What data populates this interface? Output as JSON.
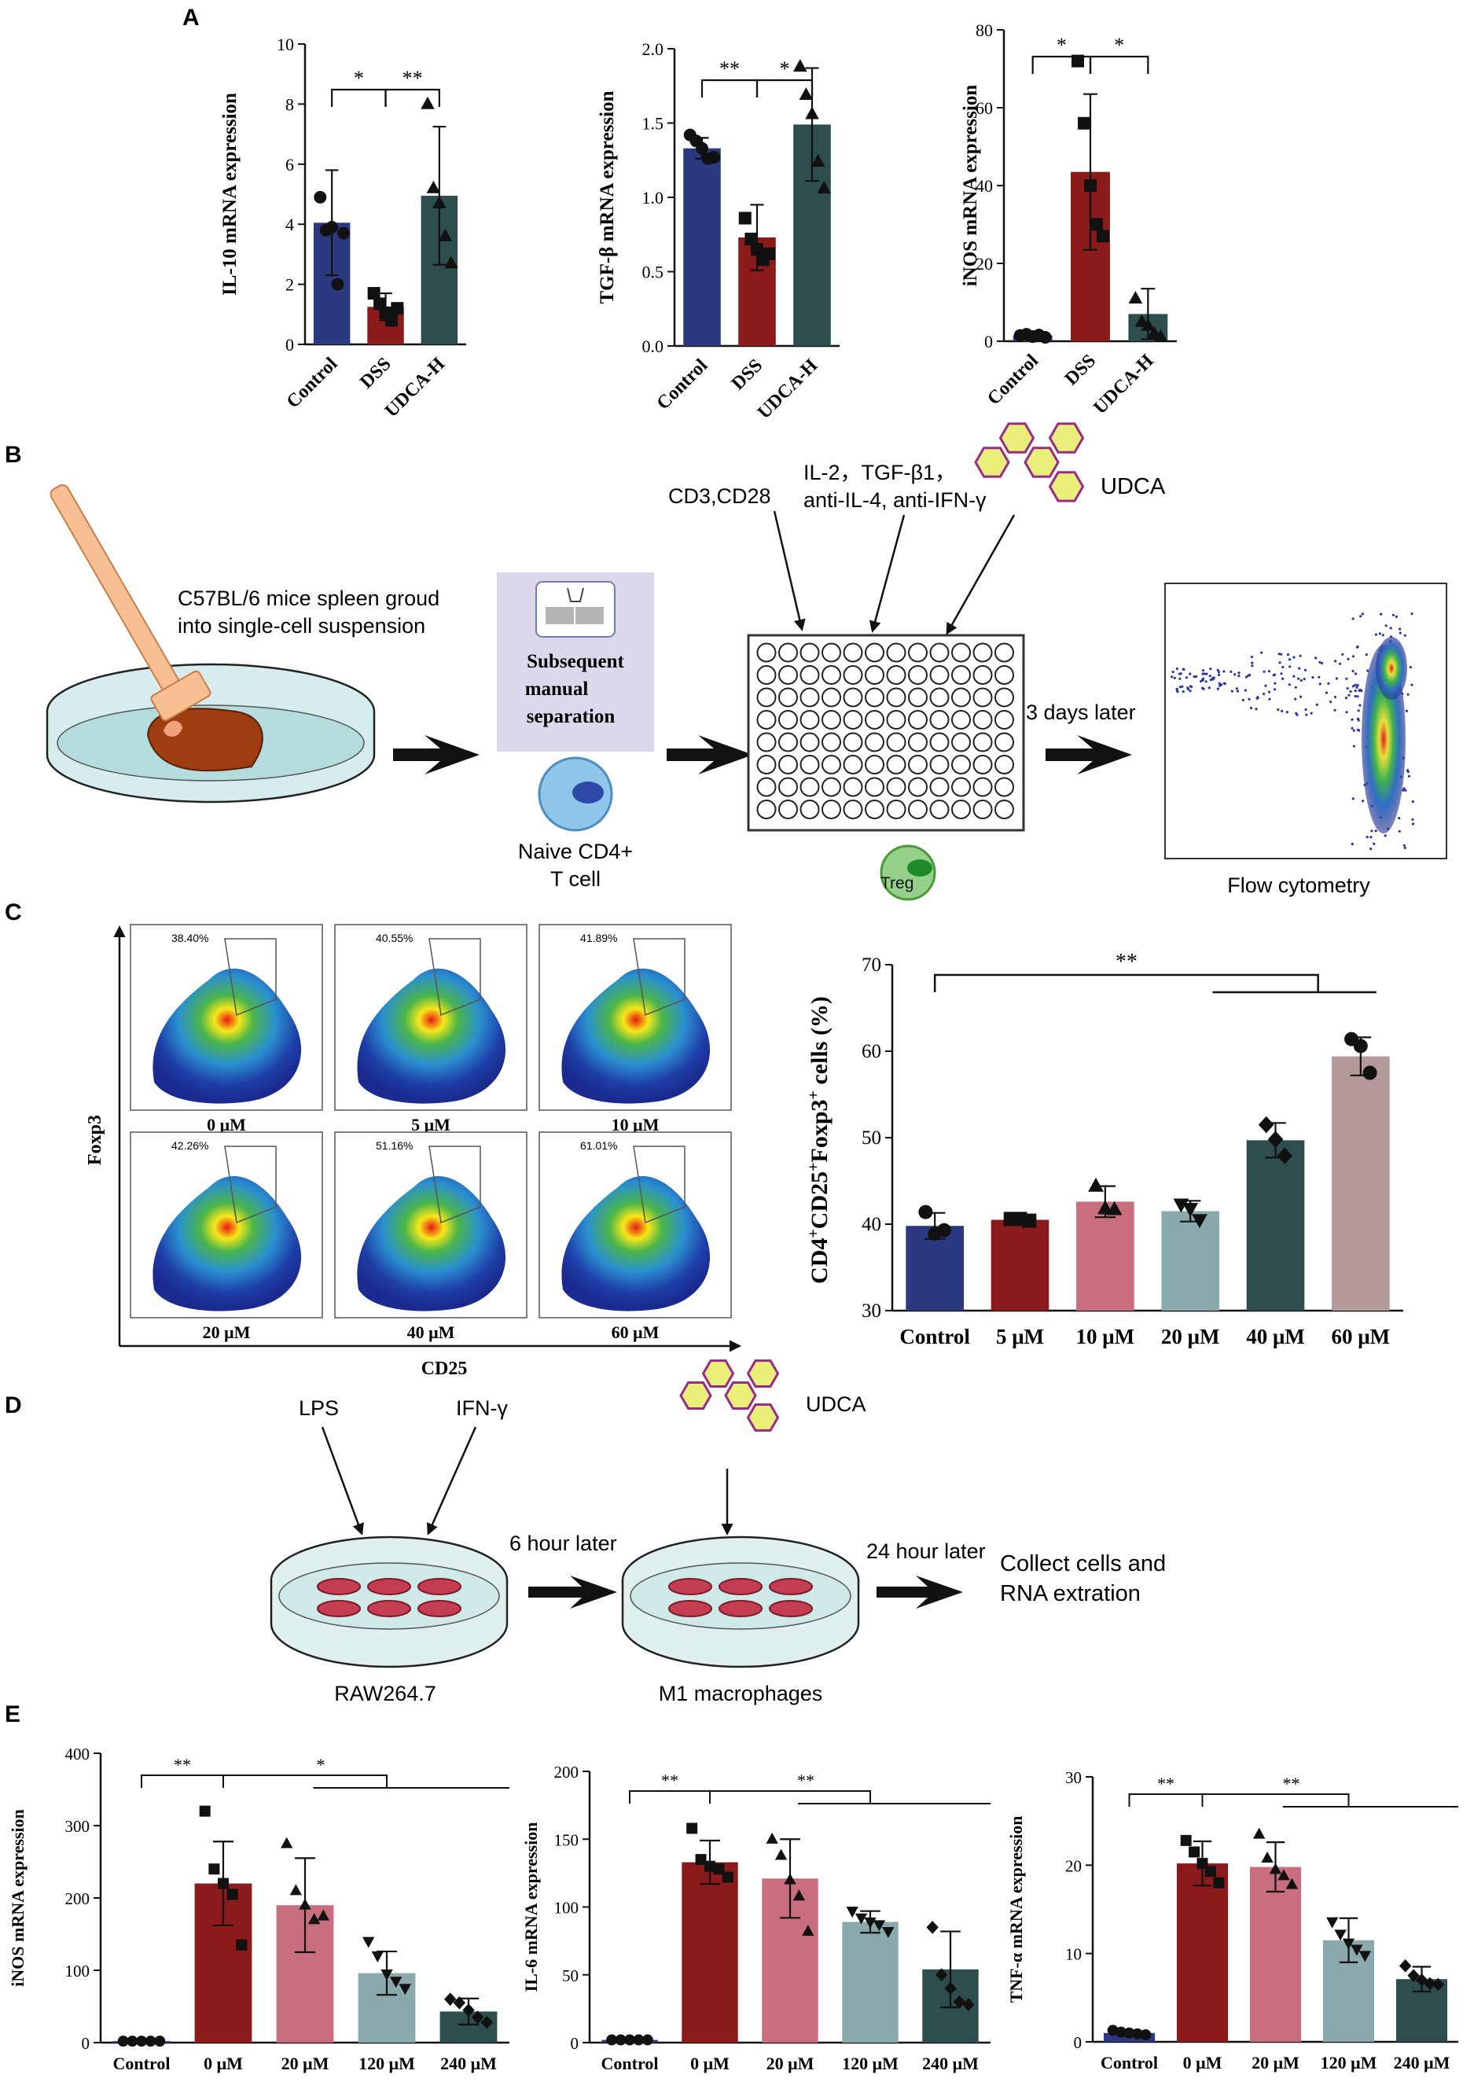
{
  "panels": {
    "A": "A",
    "B": "B",
    "C": "C",
    "D": "D",
    "E": "E"
  },
  "colors": {
    "navy": "#2b3a80",
    "darkred": "#8b1a1a",
    "darkteal": "#2e4d4d",
    "pink": "#c96e7f",
    "slate": "#8aa9ad",
    "mauve": "#b39999",
    "dish": "#cfe9e8",
    "cell": "#c43d52",
    "hex": "#eaef7a",
    "hexline": "#9a2a8a"
  },
  "panelA": [
    {
      "ylabel": "IL-10 mRNA expression",
      "yticks": [
        "0",
        "2",
        "4",
        "6",
        "8",
        "10"
      ],
      "ymax": 10,
      "categories": [
        "Control",
        "DSS",
        "UDCA-H"
      ],
      "values": [
        4.05,
        1.25,
        4.95
      ],
      "errors": [
        1.75,
        0.45,
        2.3
      ],
      "markers": [
        "circle",
        "square",
        "triangle"
      ],
      "points": [
        [
          4.9,
          3.8,
          3.9,
          2.0,
          3.7
        ],
        [
          1.7,
          1.35,
          1.05,
          0.8,
          1.2
        ],
        [
          8.0,
          5.2,
          4.7,
          3.6,
          2.7
        ]
      ],
      "sig": [
        {
          "from": 0,
          "to": 1,
          "label": "*"
        },
        {
          "from": 1,
          "to": 2,
          "label": "**"
        }
      ]
    },
    {
      "ylabel": "TGF-β mRNA expression",
      "yticks": [
        "0.0",
        "0.5",
        "1.0",
        "1.5",
        "2.0"
      ],
      "ymax": 2.0,
      "categories": [
        "Control",
        "DSS",
        "UDCA-H"
      ],
      "values": [
        1.33,
        0.73,
        1.49
      ],
      "errors": [
        0.07,
        0.22,
        0.38
      ],
      "markers": [
        "circle",
        "square",
        "triangle"
      ],
      "points": [
        [
          1.42,
          1.38,
          1.33,
          1.26,
          1.27
        ],
        [
          0.86,
          0.72,
          0.65,
          0.58,
          0.62
        ],
        [
          1.88,
          1.69,
          1.56,
          1.24,
          1.06
        ]
      ],
      "sig": [
        {
          "from": 0,
          "to": 1,
          "label": "**"
        },
        {
          "from": 1,
          "to": 2,
          "label": "*"
        }
      ]
    },
    {
      "ylabel": "iNOS mRNA expression",
      "yticks": [
        "0",
        "20",
        "40",
        "60",
        "80"
      ],
      "ymax": 80,
      "categories": [
        "Control",
        "DSS",
        "UDCA-H"
      ],
      "values": [
        1.5,
        43.5,
        7.0
      ],
      "errors": [
        0.6,
        20.0,
        6.5
      ],
      "markers": [
        "circle",
        "square",
        "triangle"
      ],
      "points": [
        [
          1.5,
          1.8,
          1.2,
          1.6,
          1.0
        ],
        [
          72,
          56,
          40,
          30,
          27
        ],
        [
          11,
          5,
          4,
          2,
          1.2
        ]
      ],
      "sig": [
        {
          "from": 0,
          "to": 1,
          "label": "*"
        },
        {
          "from": 1,
          "to": 2,
          "label": "*"
        }
      ]
    }
  ],
  "panelB": {
    "mice_label_line1": "C57BL/6 mice spleen groud",
    "mice_label_line2": "into single-cell suspension",
    "separation_line1": "Subsequent",
    "separation_line2": "manual",
    "separation_line3": "separation",
    "naive_line1": "Naive CD4+",
    "naive_line2": "T cell",
    "cd3": "CD3,CD28",
    "cytokines_line1": "IL-2，TGF-β1，",
    "cytokines_line2": "anti-IL-4, anti-IFN-γ",
    "udca": "UDCA",
    "treg": "Treg",
    "days_later": "3 days later",
    "flow": "Flow cytometry"
  },
  "panelC": {
    "facs": [
      {
        "pct": "38.40%",
        "label": "0 μM"
      },
      {
        "pct": "40.55%",
        "label": "5 μM"
      },
      {
        "pct": "41.89%",
        "label": "10 μM"
      },
      {
        "pct": "42.26%",
        "label": "20 μM"
      },
      {
        "pct": "51.16%",
        "label": "40 μM"
      },
      {
        "pct": "61.01%",
        "label": "60 μM"
      }
    ],
    "xlabel": "CD25",
    "ylabel": "Foxp3",
    "chart": {
      "ylabel_pre": "CD4",
      "ylabel_sup1": "+",
      "ylabel_mid1": "CD25",
      "ylabel_sup2": "+",
      "ylabel_mid2": "Foxp3",
      "ylabel_sup3": "+",
      "ylabel_post": " cells (%)",
      "yticks": [
        "30",
        "40",
        "50",
        "60",
        "70"
      ],
      "ymin": 30,
      "ymax": 70,
      "categories": [
        "Control",
        "5 μM",
        "10 μM",
        "20 μM",
        "40 μM",
        "60 μM"
      ],
      "values": [
        39.8,
        40.5,
        42.6,
        41.5,
        49.7,
        59.4
      ],
      "errors": [
        1.5,
        0.3,
        1.8,
        1.2,
        2.0,
        2.2
      ],
      "markers": [
        "circle",
        "square",
        "triangle",
        "inv-triangle",
        "diamond",
        "circle"
      ],
      "points": [
        [
          41.4,
          38.9,
          39.3
        ],
        [
          40.6,
          40.6,
          40.4
        ],
        [
          44.4,
          41.8,
          41.7
        ],
        [
          42.3,
          41.8,
          40.5
        ],
        [
          51.5,
          49.8,
          47.9
        ],
        [
          61.4,
          60.6,
          57.5
        ]
      ],
      "sig": "**"
    }
  },
  "panelD": {
    "lps": "LPS",
    "ifn": "IFN-γ",
    "udca": "UDCA",
    "six_hour": "6 hour later",
    "twentyfour_hour": "24 hour later",
    "collect_line1": "Collect cells and",
    "collect_line2": "RNA extration",
    "raw": "RAW264.7",
    "m1": "M1 macrophages"
  },
  "panelE": [
    {
      "ylabel": "iNOS mRNA expression",
      "yticks": [
        "0",
        "100",
        "200",
        "300",
        "400"
      ],
      "ymax": 400,
      "categories": [
        "Control",
        "0 μM",
        "20 μM",
        "120 μM",
        "240 μM"
      ],
      "values": [
        2,
        220,
        190,
        96,
        43
      ],
      "errors": [
        0.5,
        58,
        65,
        30,
        18
      ],
      "markers": [
        "circle",
        "square",
        "triangle",
        "inv-triangle",
        "diamond"
      ],
      "points": [
        [
          2,
          2,
          2,
          2,
          2
        ],
        [
          320,
          240,
          220,
          205,
          135
        ],
        [
          275,
          210,
          190,
          170,
          175
        ],
        [
          140,
          120,
          95,
          85,
          75
        ],
        [
          60,
          55,
          45,
          35,
          28
        ]
      ],
      "sig1": "**",
      "sig2": "*"
    },
    {
      "ylabel": "IL-6 mRNA expression",
      "yticks": [
        "0",
        "50",
        "100",
        "150",
        "200"
      ],
      "ymax": 200,
      "categories": [
        "Control",
        "0 μM",
        "20 μM",
        "120 μM",
        "240 μM"
      ],
      "values": [
        2,
        133,
        121,
        89,
        54
      ],
      "errors": [
        0.5,
        16,
        29,
        8,
        28
      ],
      "markers": [
        "circle",
        "square",
        "triangle",
        "inv-triangle",
        "diamond"
      ],
      "points": [
        [
          2,
          2,
          2,
          2,
          2
        ],
        [
          158,
          135,
          130,
          128,
          122
        ],
        [
          150,
          138,
          120,
          108,
          82
        ],
        [
          97,
          92,
          89,
          87,
          82
        ],
        [
          85,
          50,
          40,
          30,
          28
        ]
      ],
      "sig1": "**",
      "sig2": "**"
    },
    {
      "ylabel": "TNF-α mRNA expression",
      "yticks": [
        "0",
        "10",
        "20",
        "30"
      ],
      "ymax": 30,
      "categories": [
        "Control",
        "0 μM",
        "20 μM",
        "120 μM",
        "240 μM"
      ],
      "values": [
        1,
        20.2,
        19.8,
        11.5,
        7.1
      ],
      "errors": [
        0.3,
        2.5,
        2.8,
        2.5,
        1.4
      ],
      "markers": [
        "circle",
        "square",
        "triangle",
        "inv-triangle",
        "diamond"
      ],
      "points": [
        [
          1.3,
          1.1,
          1.0,
          0.9,
          0.8
        ],
        [
          22.8,
          21.5,
          20.2,
          19.3,
          18.0
        ],
        [
          23.5,
          20.8,
          19.5,
          18.8,
          17.8
        ],
        [
          13.6,
          12.2,
          11.2,
          10.5,
          9.8
        ],
        [
          8.6,
          7.5,
          7.0,
          6.6,
          6.5
        ]
      ],
      "sig1": "**",
      "sig2": "**"
    }
  ]
}
